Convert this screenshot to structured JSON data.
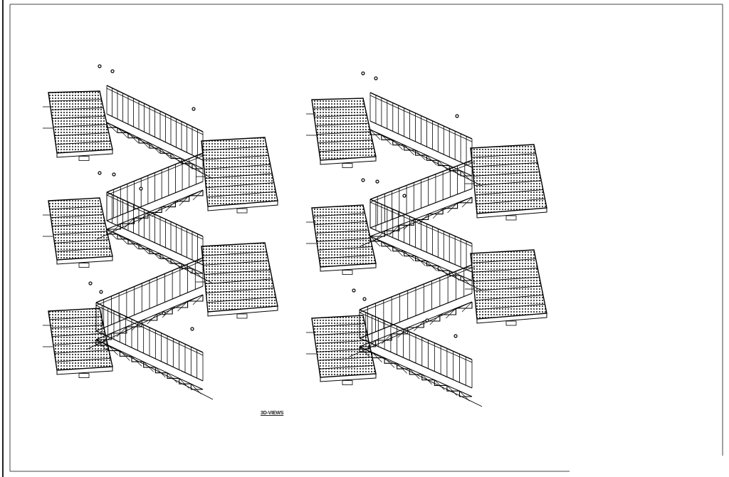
{
  "drawing": {
    "view_label": "3D-VIEWS",
    "line_color": "#000000",
    "border_color": "#444444",
    "views": [
      {
        "name": "left-stair-view",
        "levels": 3
      },
      {
        "name": "right-stair-view",
        "levels": 3
      }
    ]
  }
}
